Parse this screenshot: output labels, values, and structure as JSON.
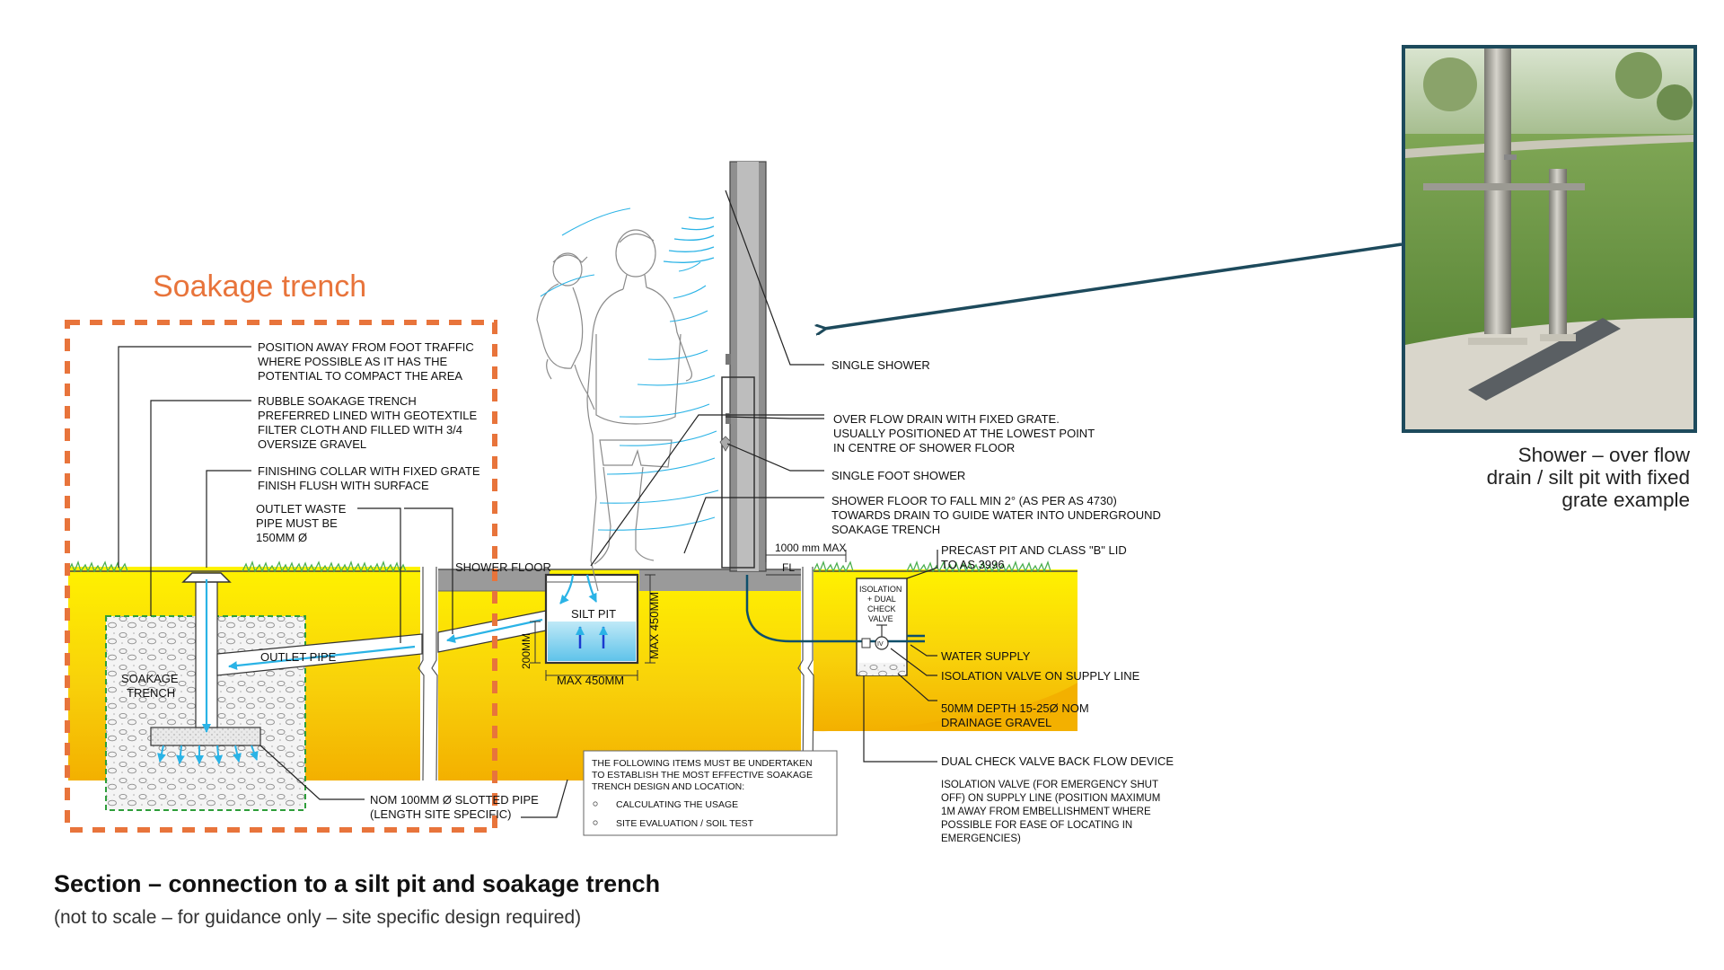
{
  "diagram": {
    "heading": "Soakage trench",
    "section_title": "Section – connection to a silt pit and soakage trench",
    "section_subtitle": "(not to scale – for guidance only – site specific design required)",
    "photo_caption": [
      "Shower – over flow",
      "drain / silt pit with fixed",
      "grate example"
    ],
    "left_notes": {
      "position_away": [
        "POSITION AWAY FROM FOOT TRAFFIC",
        "WHERE POSSIBLE AS IT HAS THE",
        "POTENTIAL TO COMPACT THE AREA"
      ],
      "rubble": [
        "RUBBLE SOAKAGE TRENCH",
        "PREFERRED LINED WITH GEOTEXTILE",
        "FILTER CLOTH AND FILLED WITH 3/4",
        "OVERSIZE GRAVEL"
      ],
      "finishing_collar": [
        "FINISHING COLLAR WITH FIXED GRATE",
        "FINISH FLUSH WITH SURFACE"
      ],
      "outlet_waste": [
        "OUTLET WASTE",
        "PIPE MUST BE",
        "150MM Ø"
      ],
      "slotted_pipe": [
        "NOM 100MM Ø SLOTTED PIPE",
        "(LENGTH SITE SPECIFIC)"
      ]
    },
    "inline_labels": {
      "shower_floor": "SHOWER FLOOR",
      "outlet_pipe": "OUTLET PIPE",
      "soakage_trench": [
        "SOAKAGE",
        "TRENCH"
      ],
      "silt_pit": "SILT PIT",
      "dim_200": "200MM",
      "dim_width": "MAX 450MM",
      "dim_height": "MAX 450MM",
      "dim_1000": "1000 mm MAX",
      "fl": "FL",
      "isolation_box": [
        "ISOLATION",
        "+ DUAL",
        "CHECK",
        "VALVE"
      ],
      "valve_symbol": "IV"
    },
    "right_notes": {
      "single_shower": "SINGLE SHOWER",
      "overflow_drain": [
        "OVER FLOW DRAIN WITH FIXED GRATE.",
        "USUALLY POSITIONED AT THE LOWEST POINT",
        "IN CENTRE OF SHOWER FLOOR"
      ],
      "single_foot": "SINGLE FOOT SHOWER",
      "shower_floor_fall": [
        "SHOWER FLOOR TO FALL MIN 2° (AS PER AS 4730)",
        "TOWARDS DRAIN TO GUIDE WATER INTO UNDERGROUND",
        "SOAKAGE TRENCH"
      ],
      "precast_pit": [
        "PRECAST PIT AND CLASS \"B\" LID",
        "TO AS 3996"
      ],
      "water_supply": "WATER SUPPLY",
      "isolation_valve": "ISOLATION VALVE ON SUPPLY LINE",
      "drainage_gravel": [
        "50MM DEPTH 15-25Ø NOM",
        "DRAINAGE GRAVEL"
      ],
      "dual_check": "DUAL CHECK VALVE BACK FLOW DEVICE",
      "isolation_emergency": [
        "ISOLATION VALVE (FOR EMERGENCY SHUT",
        "OFF) ON SUPPLY LINE (POSITION MAXIMUM",
        "1M AWAY FROM EMBELLISHMENT WHERE",
        "POSSIBLE FOR EASE OF LOCATING IN",
        "EMERGENCIES)"
      ]
    },
    "checklist": {
      "intro": [
        "THE FOLLOWING ITEMS MUST BE UNDERTAKEN",
        "TO ESTABLISH THE MOST EFFECTIVE SOAKAGE",
        "TRENCH DESIGN AND LOCATION:"
      ],
      "items": [
        "CALCULATING THE USAGE",
        "SITE EVALUATION / SOIL TEST"
      ]
    },
    "colors": {
      "heading_orange": "#e8743b",
      "soil_yellow": "#f7d414",
      "soil_orange": "#f5b800",
      "water_blue": "#2ab3e6",
      "arrow_navy": "#1d4a5c",
      "trench_green": "#2e9e3a",
      "grass": "#4caf50"
    },
    "icons": [
      "person-carrying-child-illustration",
      "shower-post",
      "shower-photo"
    ]
  }
}
